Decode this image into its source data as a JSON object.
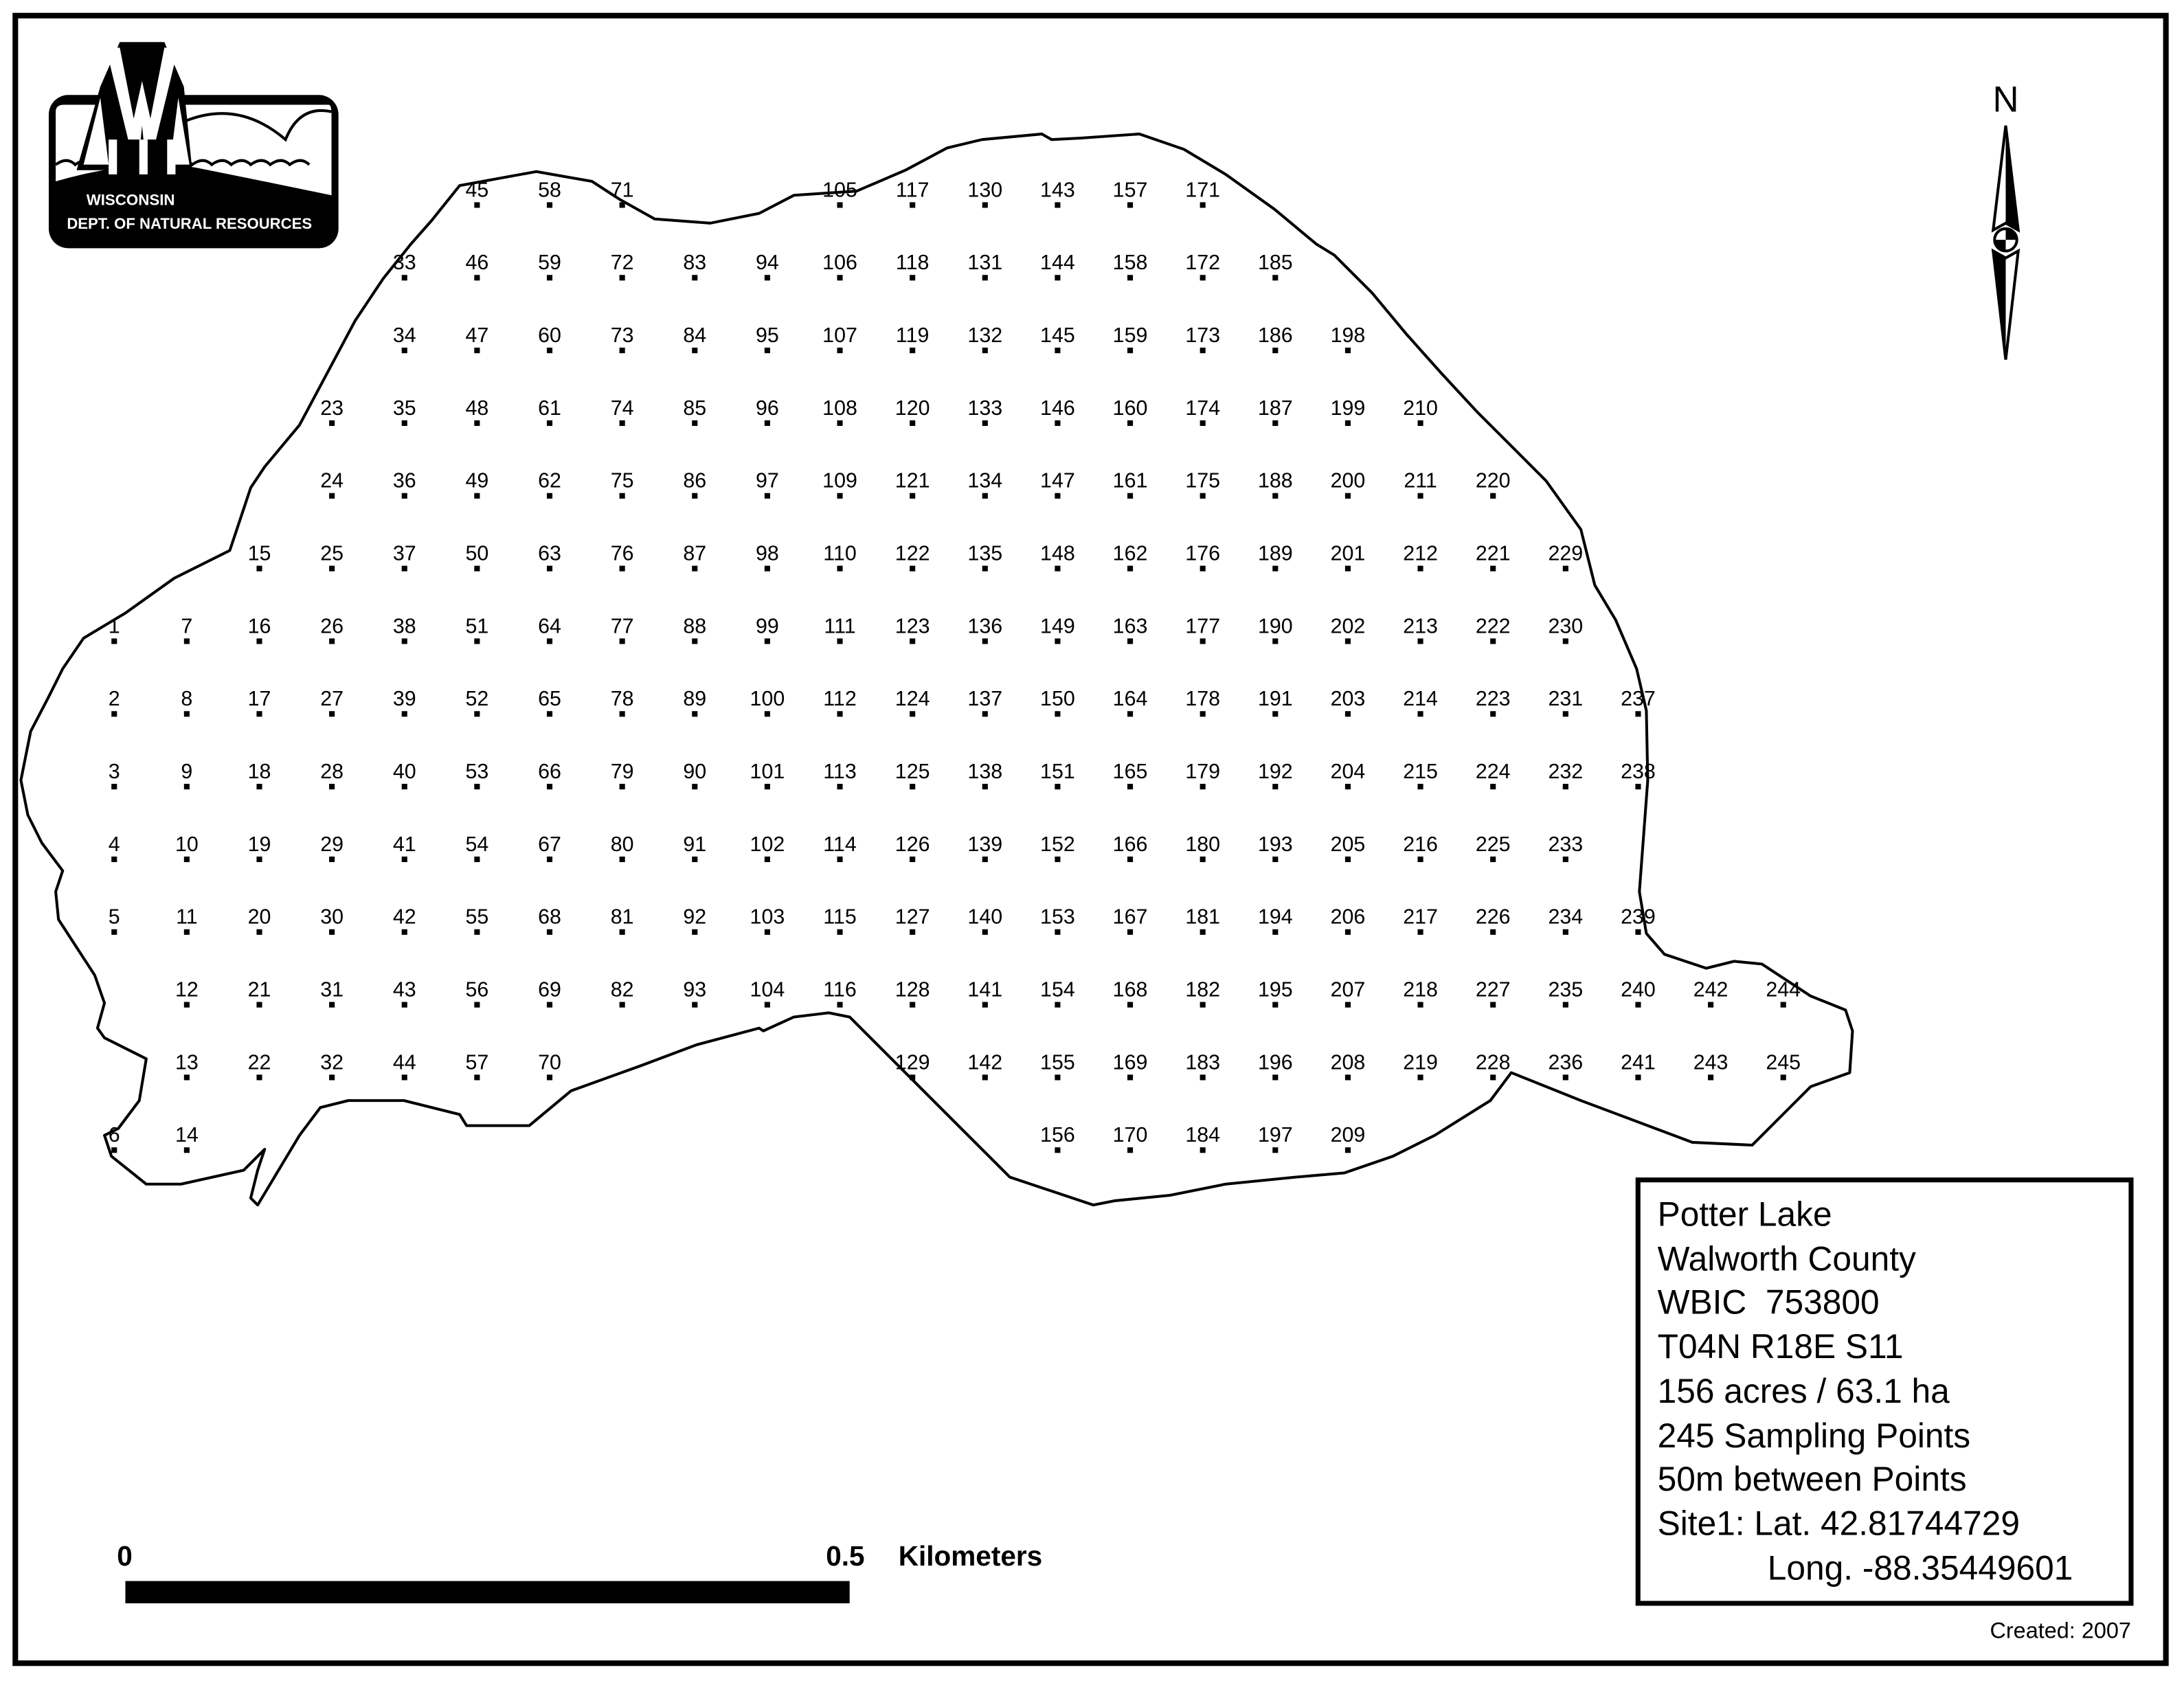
{
  "logo": {
    "line1": "WISCONSIN",
    "line2": "DEPT. OF NATURAL RESOURCES"
  },
  "north_arrow": {
    "label": "N"
  },
  "scale_bar": {
    "start_label": "0",
    "end_label": "0.5",
    "unit_label": "Kilometers",
    "length_km": 0.5
  },
  "legend": {
    "lines": [
      "Potter Lake",
      "Walworth County",
      "WBIC  753800",
      "T04N R18E S11",
      "156 acres / 63.1 ha",
      "245 Sampling Points",
      "50m between Points",
      "Site1: Lat. 42.81744729",
      "Long. -88.35449601"
    ]
  },
  "created": "Created: 2007",
  "sampling_points": [
    "1",
    "2",
    "3",
    "4",
    "5",
    "6",
    "7",
    "8",
    "9",
    "10",
    "11",
    "12",
    "13",
    "14",
    "15",
    "16",
    "17",
    "18",
    "19",
    "20",
    "21",
    "22",
    "23",
    "24",
    "25",
    "26",
    "27",
    "28",
    "29",
    "30",
    "31",
    "32",
    "33",
    "34",
    "35",
    "36",
    "37",
    "38",
    "39",
    "40",
    "41",
    "42",
    "43",
    "44",
    "45",
    "46",
    "47",
    "48",
    "49",
    "50",
    "51",
    "52",
    "53",
    "54",
    "55",
    "56",
    "57",
    "58",
    "59",
    "60",
    "61",
    "62",
    "63",
    "64",
    "65",
    "66",
    "67",
    "68",
    "69",
    "70",
    "71",
    "72",
    "73",
    "74",
    "75",
    "76",
    "77",
    "78",
    "79",
    "80",
    "81",
    "82",
    "83",
    "84",
    "85",
    "86",
    "87",
    "88",
    "89",
    "90",
    "91",
    "92",
    "93",
    "94",
    "95",
    "96",
    "97",
    "98",
    "99",
    "100",
    "101",
    "102",
    "103",
    "104",
    "105",
    "106",
    "107",
    "108",
    "109",
    "110",
    "111",
    "112",
    "113",
    "114",
    "115",
    "116",
    "117",
    "118",
    "119",
    "120",
    "121",
    "122",
    "123",
    "124",
    "125",
    "126",
    "127",
    "128",
    "129",
    "130",
    "131",
    "132",
    "133",
    "134",
    "135",
    "136",
    "137",
    "138",
    "139",
    "140",
    "141",
    "142",
    "143",
    "144",
    "145",
    "146",
    "147",
    "148",
    "149",
    "150",
    "151",
    "152",
    "153",
    "154",
    "155",
    "156",
    "157",
    "158",
    "159",
    "160",
    "161",
    "162",
    "163",
    "164",
    "165",
    "166",
    "167",
    "168",
    "169",
    "170",
    "171",
    "172",
    "173",
    "174",
    "175",
    "176",
    "177",
    "178",
    "179",
    "180",
    "181",
    "182",
    "183",
    "184",
    "185",
    "186",
    "187",
    "188",
    "189",
    "190",
    "191",
    "192",
    "193",
    "194",
    "195",
    "196",
    "197",
    "198",
    "199",
    "200",
    "201",
    "202",
    "203",
    "204",
    "205",
    "206",
    "207",
    "208",
    "209",
    "210",
    "211",
    "212",
    "213",
    "214",
    "215",
    "216",
    "217",
    "218",
    "219",
    "220",
    "221",
    "222",
    "223",
    "224",
    "225",
    "226",
    "227",
    "228",
    "229",
    "230",
    "231",
    "232",
    "233",
    "234",
    "235",
    "236",
    "237",
    "238",
    "239",
    "240",
    "241",
    "242",
    "243",
    "244",
    "245"
  ]
}
